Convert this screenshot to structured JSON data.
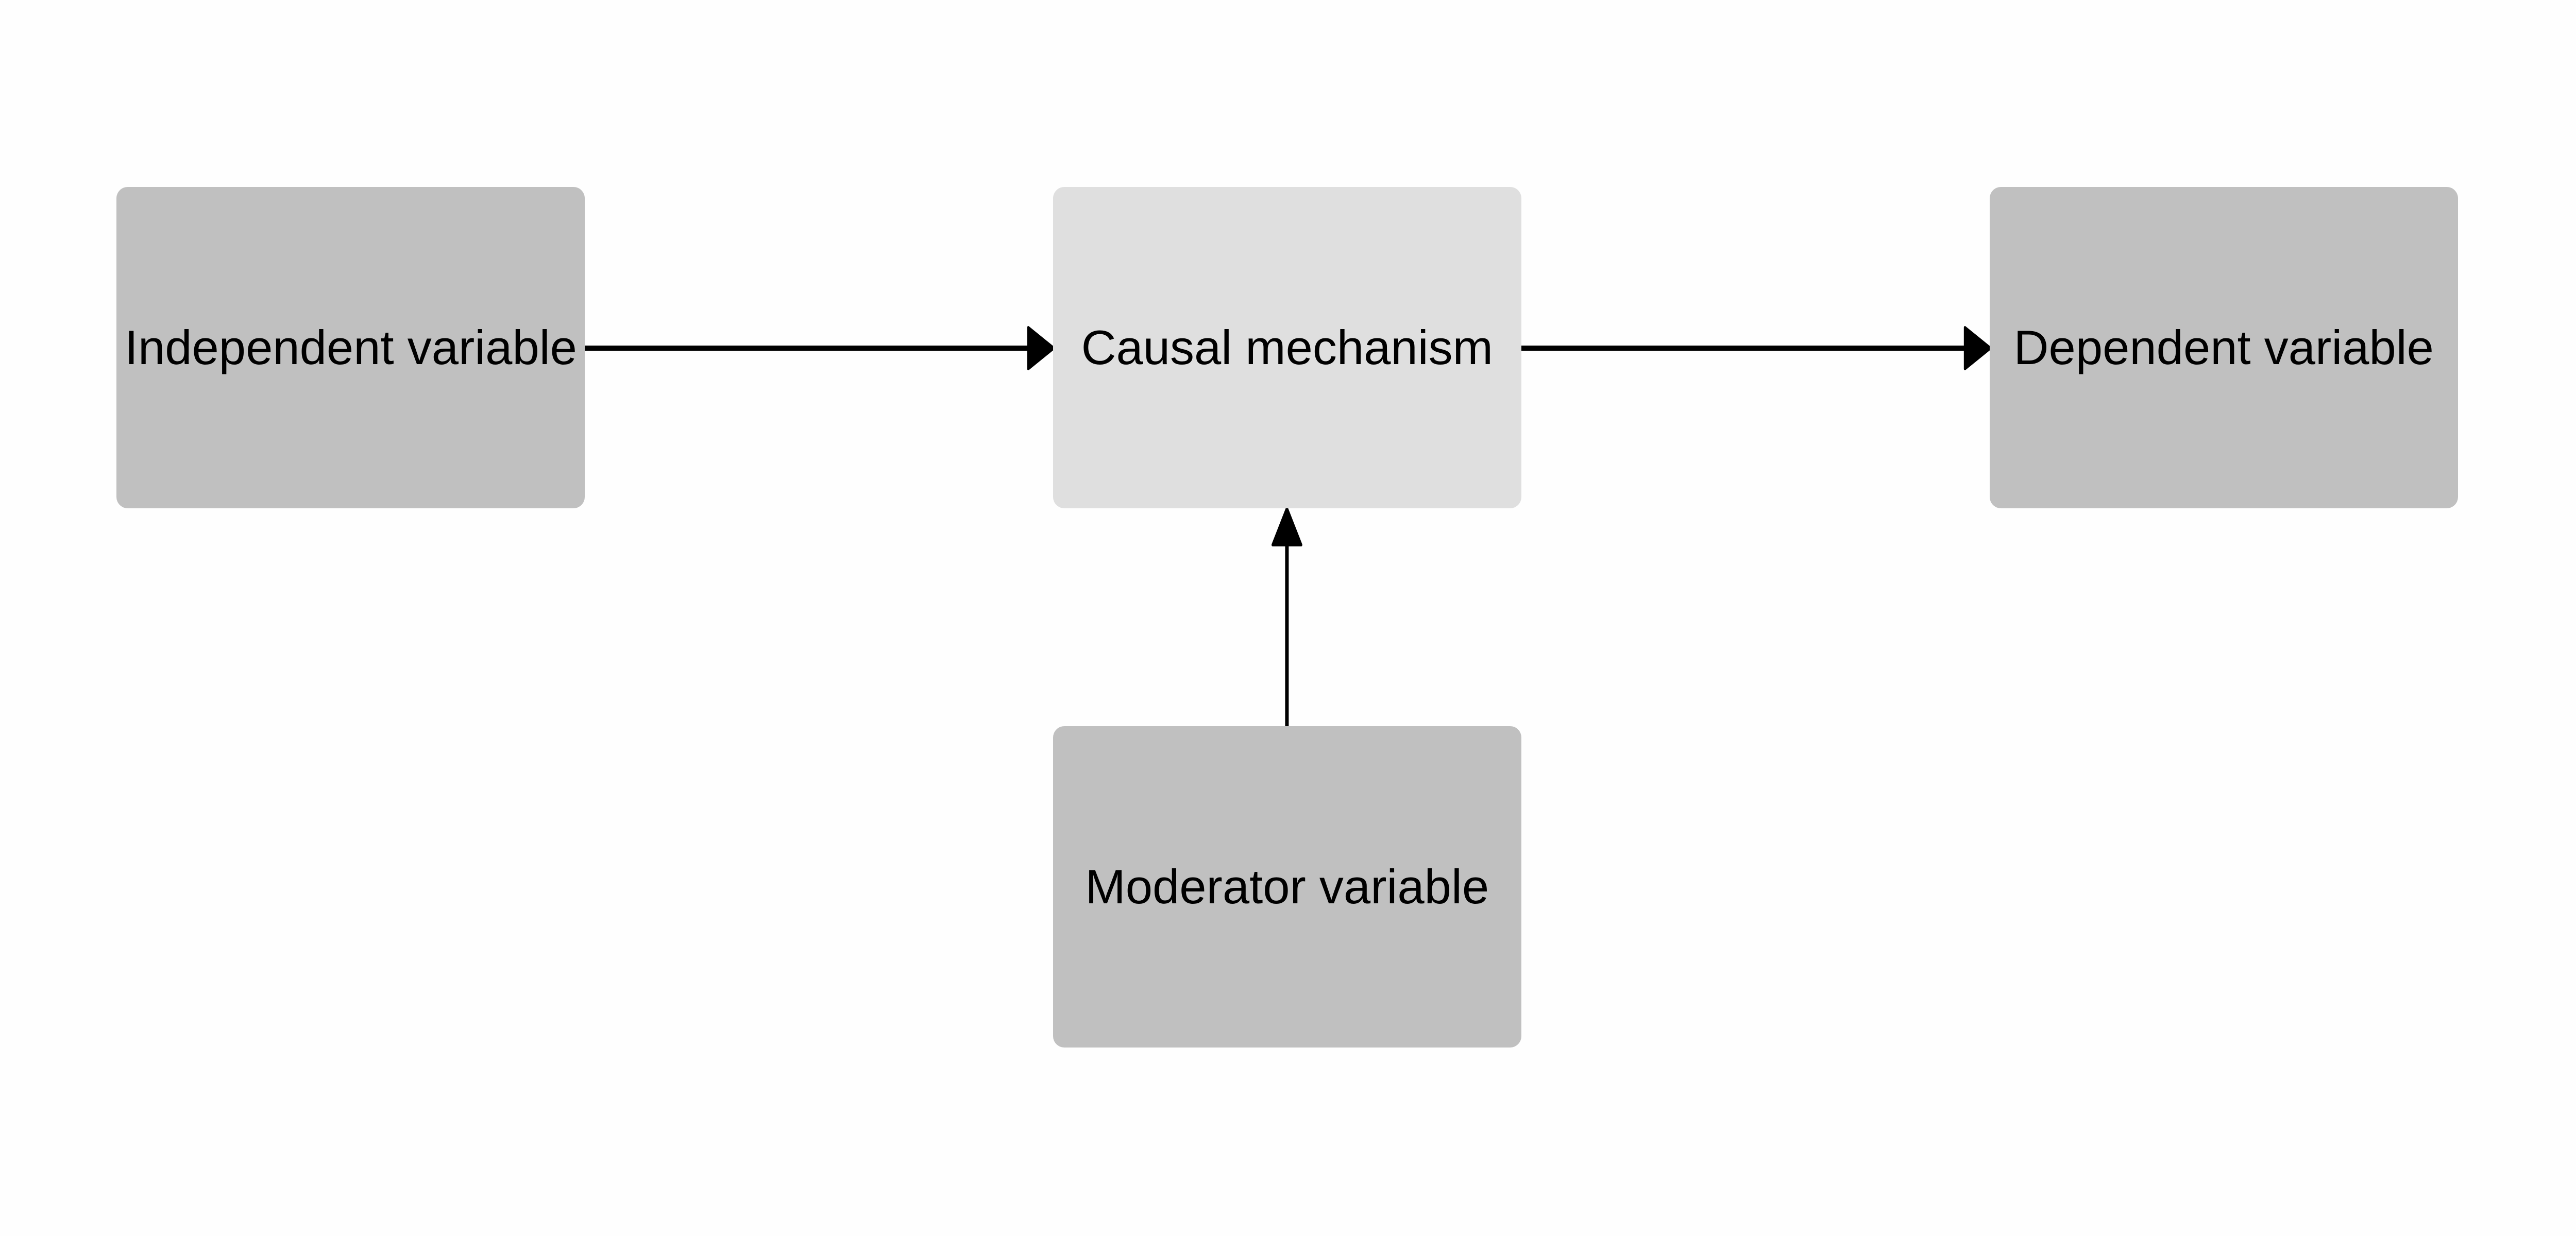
{
  "nodes": {
    "independent": {
      "label": "Independent variable",
      "color": "#c0c0c0"
    },
    "mechanism": {
      "label": "Causal mechanism",
      "color": "#dfdfdf"
    },
    "dependent": {
      "label": "Dependent variable",
      "color": "#c0c0c0"
    },
    "moderator": {
      "label": "Moderator variable",
      "color": "#c0c0c0"
    }
  },
  "edges": [
    {
      "from": "independent",
      "to": "mechanism"
    },
    {
      "from": "mechanism",
      "to": "dependent"
    },
    {
      "from": "moderator",
      "to": "mechanism"
    }
  ]
}
